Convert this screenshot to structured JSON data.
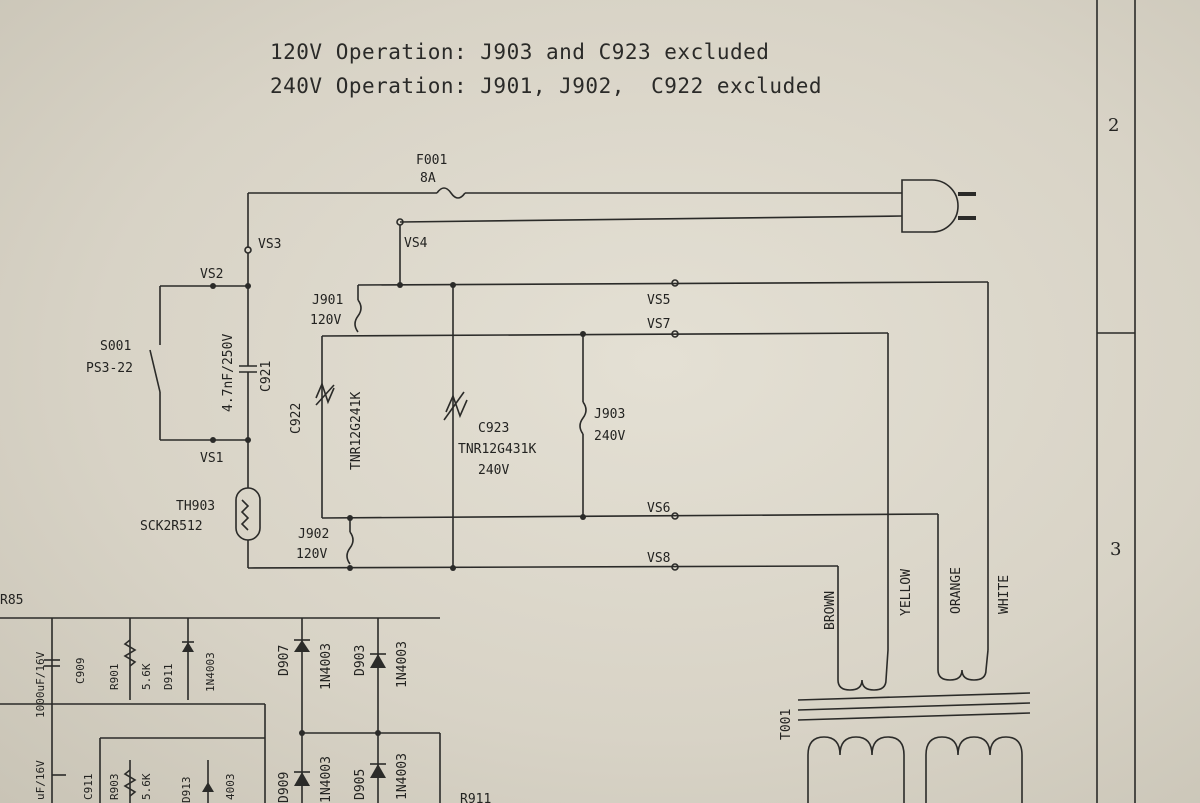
{
  "notes": {
    "line1": "120V Operation: J903 and C923 excluded",
    "line2": "240V Operation: J901, J902,  C922 excluded"
  },
  "zones": {
    "z2": "2",
    "z3": "3"
  },
  "labels": {
    "f001": "F001",
    "f001_rating": "8A",
    "vs1": "VS1",
    "vs2": "VS2",
    "vs3": "VS3",
    "vs4": "VS4",
    "vs5": "VS5",
    "vs6": "VS6",
    "vs7": "VS7",
    "vs8": "VS8",
    "j901": "J901",
    "j901_v": "120V",
    "j902": "J902",
    "j902_v": "120V",
    "j903": "J903",
    "j903_v": "240V",
    "s001": "S001",
    "s001_part": "PS3-22",
    "c921": "C921",
    "c921_val": "4.7nF/250V",
    "c922": "C922",
    "c922_part": "TNR12G241K",
    "c923": "C923",
    "c923_part": "TNR12G431K",
    "c923_v": "240V",
    "th903": "TH903",
    "th903_part": "SCK2R512",
    "brown": "BROWN",
    "yellow": "YELLOW",
    "orange": "ORANGE",
    "white": "WHITE",
    "t001": "T001",
    "d907": "D907",
    "d903": "D903",
    "d909": "D909",
    "d905": "D905",
    "d911": "D911",
    "d913": "D913",
    "n1": "1N4003",
    "n2": "1N4003",
    "n3": "1N4003",
    "n4": "1N4003",
    "n5": "1N4003",
    "n6": "4003",
    "r901": "R901",
    "r901_val": "5.6K",
    "r903": "R903",
    "r903_val": "5.6K",
    "r911": "R911",
    "c909": "C909",
    "c909_val": "1000uF/16V",
    "c911": "C911",
    "c911_val": "uF/16V",
    "r85": "R85"
  }
}
